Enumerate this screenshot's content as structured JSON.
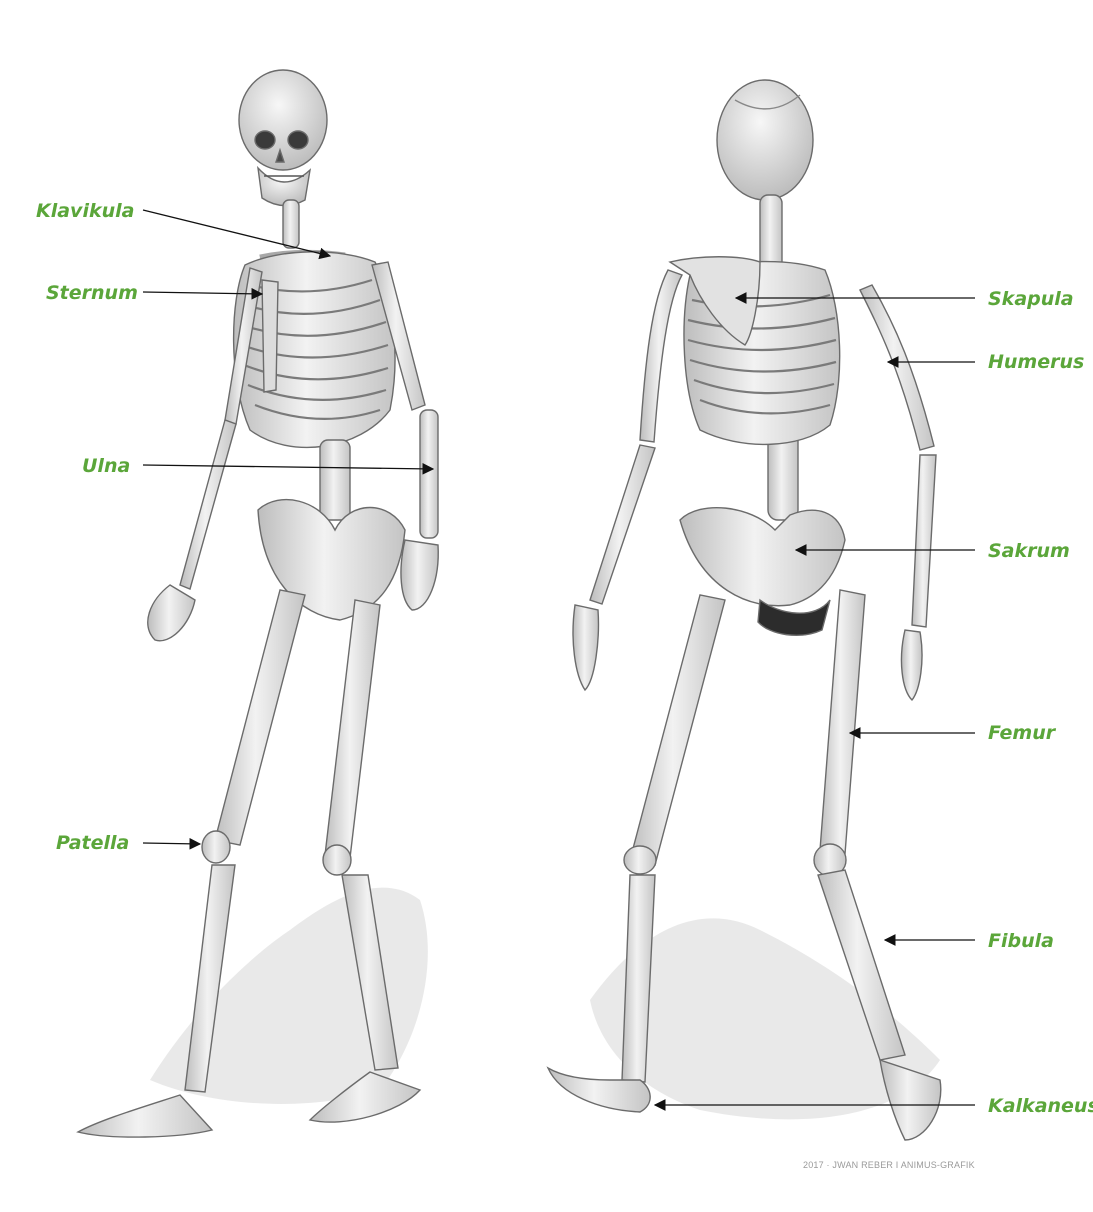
{
  "labels": {
    "klavikula": "Klavikula",
    "sternum": "Sternum",
    "ulna": "Ulna",
    "patella": "Patella",
    "skapula": "Skapula",
    "humerus": "Humerus",
    "sakrum": "Sakrum",
    "femur": "Femur",
    "fibula": "Fibula",
    "kalkaneus": "Kalkaneus"
  },
  "credit": "2017 · JWAN REBER I ANIMUS-GRAFIK",
  "colors": {
    "label": "#5ba63a",
    "bone": "#e6e6e6",
    "bone_stroke": "#6b6b6b",
    "shadow": "#dcdcdc",
    "arrow": "#111111"
  }
}
